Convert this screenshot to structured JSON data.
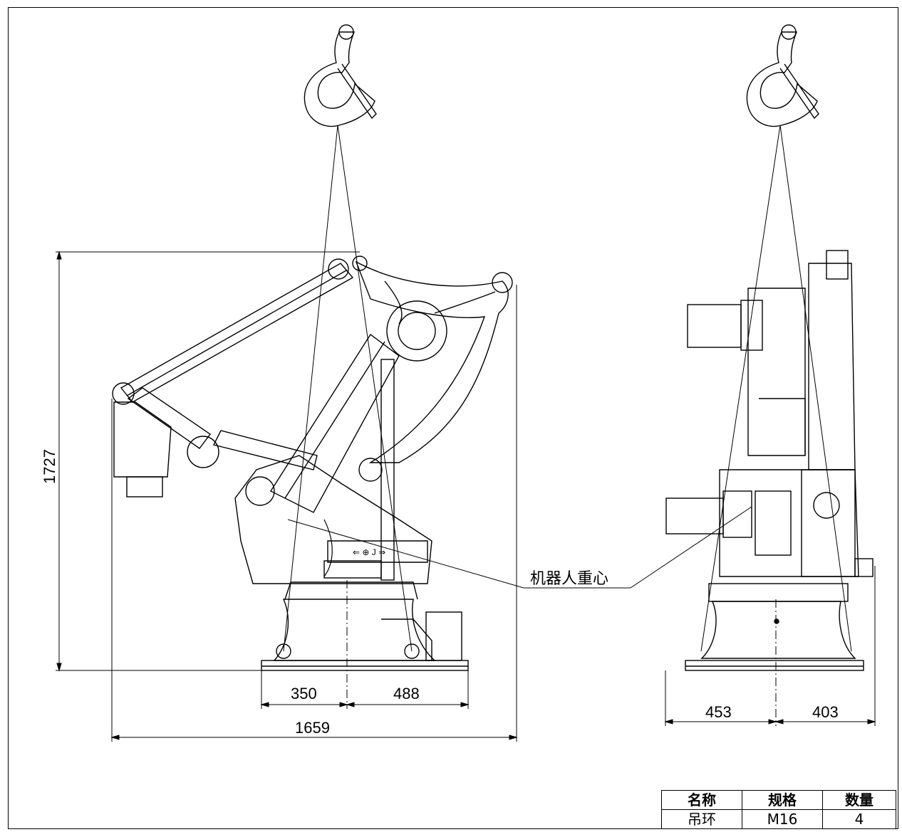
{
  "dimensions": {
    "height": "1727",
    "base_left": "350",
    "base_right": "488",
    "reach": "1659",
    "side_left": "453",
    "side_right": "403"
  },
  "callout": {
    "center_of_gravity": "机器人重心"
  },
  "spec_table": {
    "headers": [
      "名称",
      "规格",
      "数量"
    ],
    "row": [
      "吊环",
      "M16",
      "4"
    ]
  },
  "icons": [
    "lifting-hook-icon",
    "robot-front-view",
    "robot-side-view"
  ]
}
